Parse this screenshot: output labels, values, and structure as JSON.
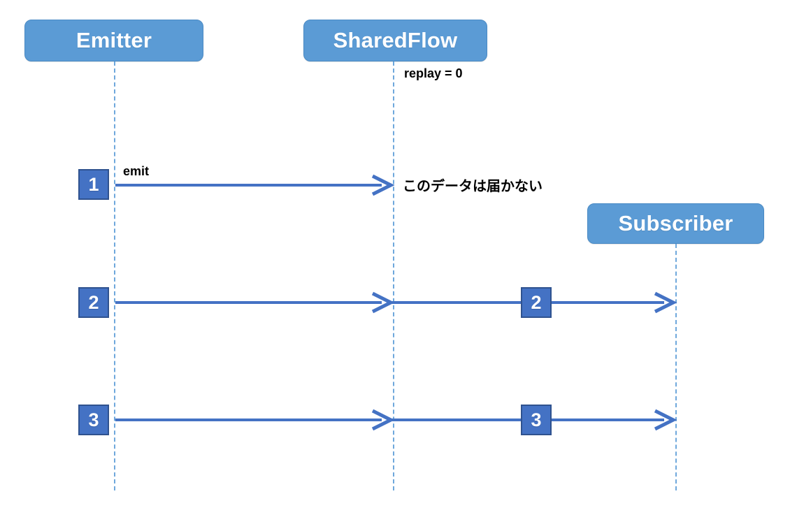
{
  "diagram": {
    "type": "sequence-diagram",
    "background_color": "#ffffff",
    "participants": [
      {
        "id": "emitter",
        "label": "Emitter",
        "fill": "#5b9bd5",
        "text_color": "#ffffff"
      },
      {
        "id": "sharedflow",
        "label": "SharedFlow",
        "fill": "#5b9bd5",
        "text_color": "#ffffff"
      },
      {
        "id": "subscriber",
        "label": "Subscriber",
        "fill": "#5b9bd5",
        "text_color": "#ffffff"
      }
    ],
    "lifeline_color": "#6fa8dc",
    "arrow_color": "#4472c4",
    "annotations": {
      "replay": "replay = 0",
      "emit": "emit",
      "note_message_1": "このデータは届かない"
    },
    "messages": [
      {
        "sequence": "1",
        "from": "emitter",
        "to": "sharedflow",
        "label": "emit",
        "note": "このデータは届かない",
        "delivered_to_subscriber": false
      },
      {
        "sequence": "2",
        "from": "emitter",
        "to": "subscriber",
        "via": "sharedflow",
        "delivered_to_subscriber": true
      },
      {
        "sequence": "3",
        "from": "emitter",
        "to": "subscriber",
        "via": "sharedflow",
        "delivered_to_subscriber": true
      }
    ],
    "badges": {
      "one": "1",
      "two_emitter": "2",
      "two_flow": "2",
      "three_emitter": "3",
      "three_flow": "3"
    }
  }
}
